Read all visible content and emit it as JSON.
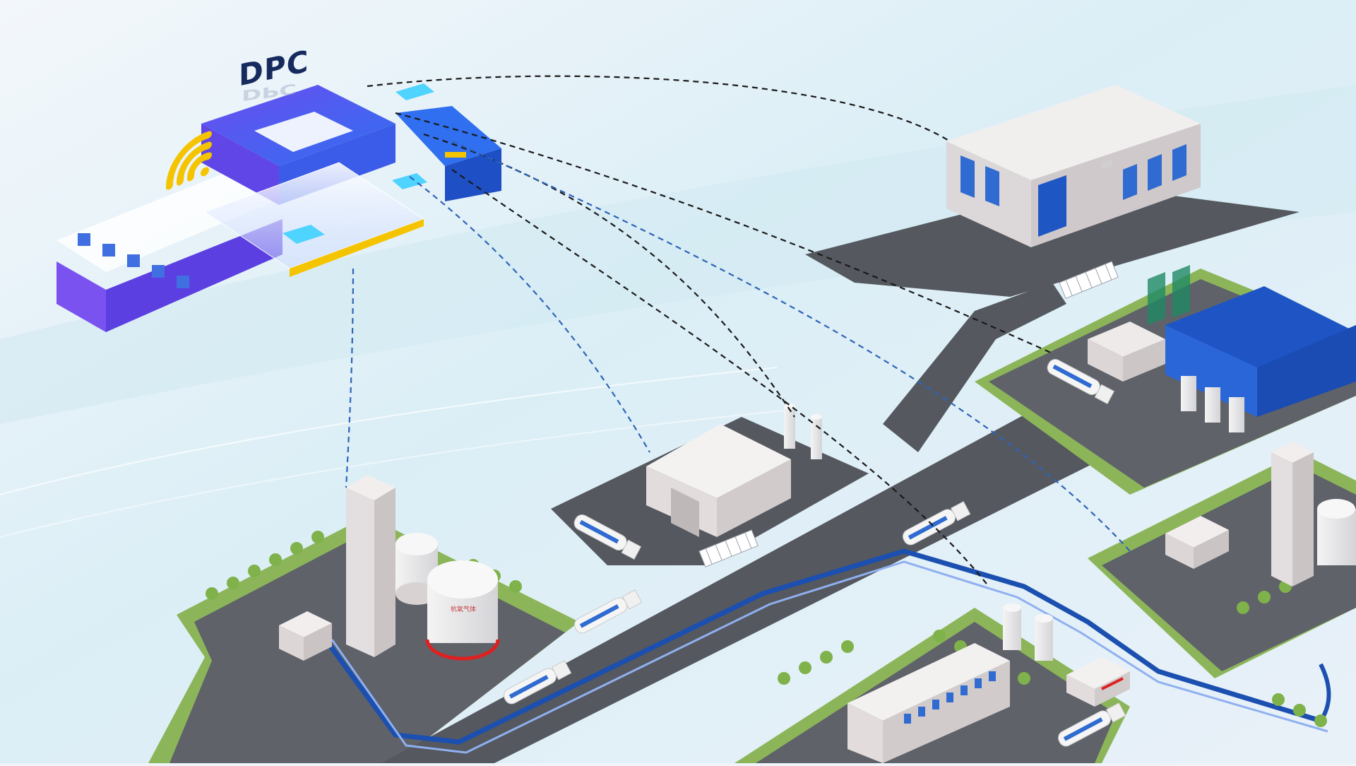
{
  "hub": {
    "label": "DPC",
    "icons": [
      "wifi-icon",
      "server-rack-icon",
      "chip-icon"
    ]
  },
  "colors": {
    "background": "#eef4f9",
    "road": "#55585f",
    "grass": "#8cb55a",
    "pipeline": "#1b4fb0",
    "hub_purple": "#5b3fe0",
    "hub_blue": "#2f6ff0",
    "accent_yellow": "#f5c400",
    "dashed_black": "#1a1a1a",
    "dashed_blue": "#2e64b8"
  },
  "facilities": [
    "warehouse-top-right",
    "logistics-depot-center",
    "production-plant-right",
    "air-separation-plant-left",
    "office-plant-bottom",
    "gas-plant-right-edge"
  ],
  "vehicles": [
    "tanker-truck",
    "cylinder-trailer"
  ]
}
